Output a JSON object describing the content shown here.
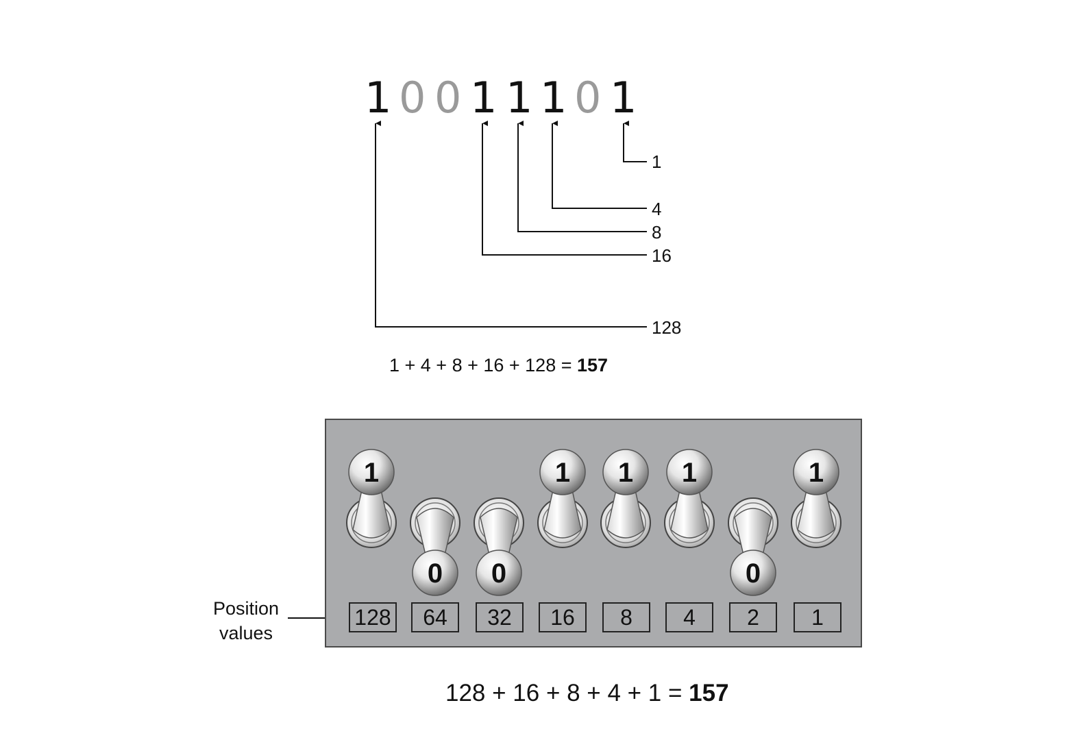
{
  "binary_digits": [
    "1",
    "0",
    "0",
    "1",
    "1",
    "1",
    "0",
    "1"
  ],
  "weight_labels": [
    "1",
    "4",
    "8",
    "16",
    "128"
  ],
  "top_equation": {
    "terms": "1 + 4 + 8 + 16 + 128 = ",
    "total": "157"
  },
  "switches": [
    {
      "state": "1",
      "position_value": "128"
    },
    {
      "state": "0",
      "position_value": "64"
    },
    {
      "state": "0",
      "position_value": "32"
    },
    {
      "state": "1",
      "position_value": "16"
    },
    {
      "state": "1",
      "position_value": "8"
    },
    {
      "state": "1",
      "position_value": "4"
    },
    {
      "state": "0",
      "position_value": "2"
    },
    {
      "state": "1",
      "position_value": "1"
    }
  ],
  "position_label": {
    "line1": "Position",
    "line2": "values"
  },
  "bottom_equation": {
    "terms": "128 + 16 + 8 + 4 + 1 = ",
    "total": "157"
  },
  "colors": {
    "one_digit": "#111111",
    "zero_digit": "#9a9a9a",
    "panel": "#aaabad"
  }
}
